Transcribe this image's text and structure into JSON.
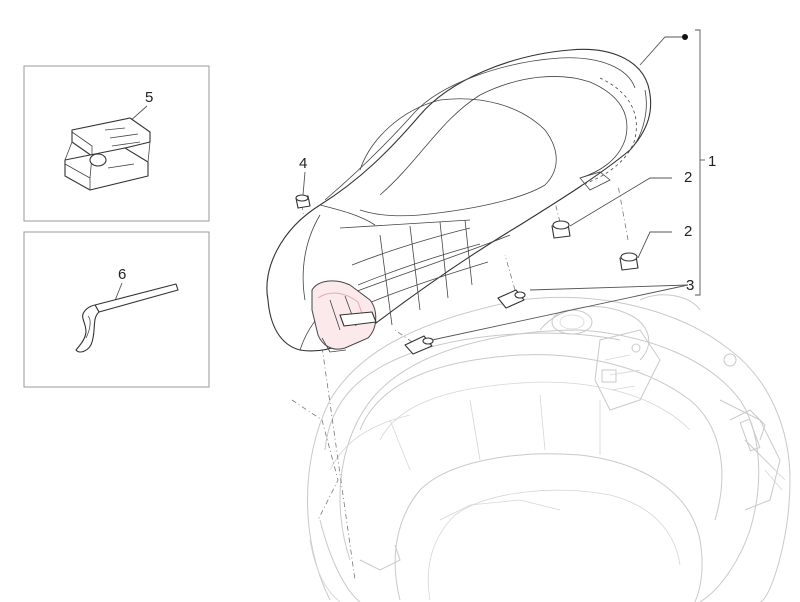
{
  "callouts": {
    "seat_assembly": "1",
    "rubber_bumper_upper": "2",
    "rubber_bumper_lower": "2",
    "hinge_pin": "3",
    "screw": "4",
    "clip": "5",
    "wrench_tool": "6"
  },
  "colors": {
    "line": "#333333",
    "ghost": "#c9c9c9",
    "highlight": "#fbe9ec",
    "frame": "#9a9a9a"
  }
}
